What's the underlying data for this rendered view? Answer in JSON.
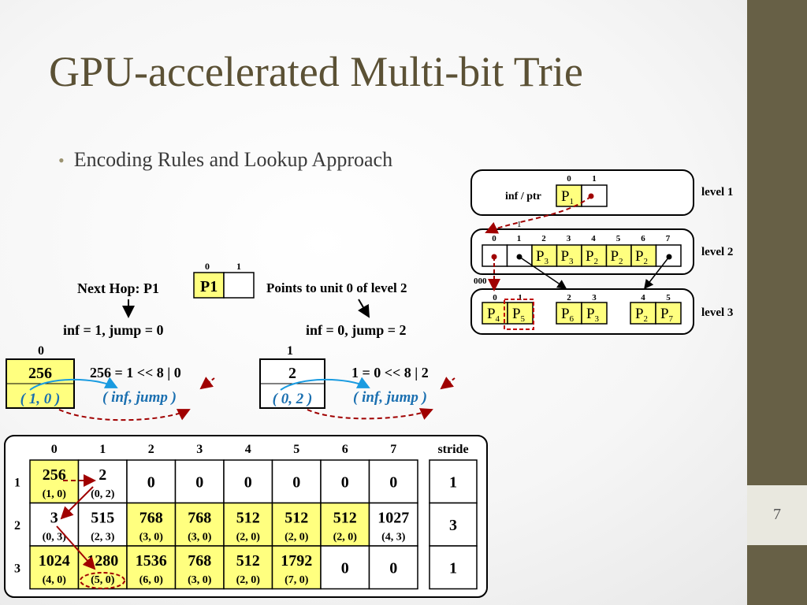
{
  "slide": {
    "title": "GPU-accelerated Multi-bit Trie",
    "page_number": "7"
  },
  "bullets": [
    "Encoding Rules and Lookup Approach"
  ],
  "trie": {
    "level_labels": [
      "level 1",
      "level 2",
      "level 3"
    ],
    "l1_index_labels": [
      "0",
      "1"
    ],
    "l1_infptr": "inf / ptr",
    "l1_cells": [
      "P1",
      ""
    ],
    "l2_prefix_bit": "1",
    "l2_index_labels": [
      "0",
      "1",
      "2",
      "3",
      "4",
      "5",
      "6",
      "7"
    ],
    "l2_cells": [
      "",
      "",
      "P3",
      "P3",
      "P2",
      "P2",
      "P2",
      ""
    ],
    "l3_prefix_bits": "000",
    "l3_index_labels": [
      "0",
      "1",
      "2",
      "3",
      "4",
      "5"
    ],
    "l3_cells": [
      "P4",
      "P5",
      "P6",
      "P3",
      "P2",
      "P7"
    ]
  },
  "encoding": {
    "unit_index_labels": [
      "0",
      "1"
    ],
    "next_hop_label": "Next Hop: P1",
    "unit_cell": "P1",
    "points_to": "Points to unit 0 of level 2",
    "left": {
      "inf_jump": "inf = 1,  jump = 0",
      "index": "0",
      "value": "256",
      "pair": "( 1,  0 )",
      "formula": "256 = 1 << 8 | 0",
      "tuple": "( inf,  jump )"
    },
    "right": {
      "inf_jump": "inf = 0,  jump = 2",
      "index": "1",
      "value": "2",
      "pair": "( 0,  2 )",
      "formula": "1 = 0 << 8 | 2",
      "tuple": "( inf,  jump )"
    }
  },
  "table": {
    "columns": [
      "0",
      "1",
      "2",
      "3",
      "4",
      "5",
      "6",
      "7"
    ],
    "stride_header": "stride",
    "rows": [
      {
        "label": "1",
        "stride": "1",
        "cells": [
          {
            "v": "256",
            "p": "(1, 0)",
            "hl": true
          },
          {
            "v": "2",
            "p": "(0, 2)",
            "hl": false
          },
          {
            "v": "0",
            "p": "",
            "hl": false
          },
          {
            "v": "0",
            "p": "",
            "hl": false
          },
          {
            "v": "0",
            "p": "",
            "hl": false
          },
          {
            "v": "0",
            "p": "",
            "hl": false
          },
          {
            "v": "0",
            "p": "",
            "hl": false
          },
          {
            "v": "0",
            "p": "",
            "hl": false
          }
        ]
      },
      {
        "label": "2",
        "stride": "3",
        "cells": [
          {
            "v": "3",
            "p": "(0, 3)",
            "hl": false
          },
          {
            "v": "515",
            "p": "(2, 3)",
            "hl": false
          },
          {
            "v": "768",
            "p": "(3, 0)",
            "hl": true
          },
          {
            "v": "768",
            "p": "(3, 0)",
            "hl": true
          },
          {
            "v": "512",
            "p": "(2, 0)",
            "hl": true
          },
          {
            "v": "512",
            "p": "(2, 0)",
            "hl": true
          },
          {
            "v": "512",
            "p": "(2, 0)",
            "hl": true
          },
          {
            "v": "1027",
            "p": "(4, 3)",
            "hl": false
          }
        ]
      },
      {
        "label": "3",
        "stride": "1",
        "cells": [
          {
            "v": "1024",
            "p": "(4, 0)",
            "hl": true
          },
          {
            "v": "1280",
            "p": "(5, 0)",
            "hl": true
          },
          {
            "v": "1536",
            "p": "(6, 0)",
            "hl": true
          },
          {
            "v": "768",
            "p": "(3, 0)",
            "hl": true
          },
          {
            "v": "512",
            "p": "(2, 0)",
            "hl": true
          },
          {
            "v": "1792",
            "p": "(7, 0)",
            "hl": true
          },
          {
            "v": "0",
            "p": "",
            "hl": false
          },
          {
            "v": "0",
            "p": "",
            "hl": false
          }
        ]
      }
    ]
  },
  "colors": {
    "yellow": "#ffff7f",
    "blue": "#1a9be0",
    "red": "#a00000",
    "title": "#5b5135",
    "sidebar": "#676046"
  }
}
